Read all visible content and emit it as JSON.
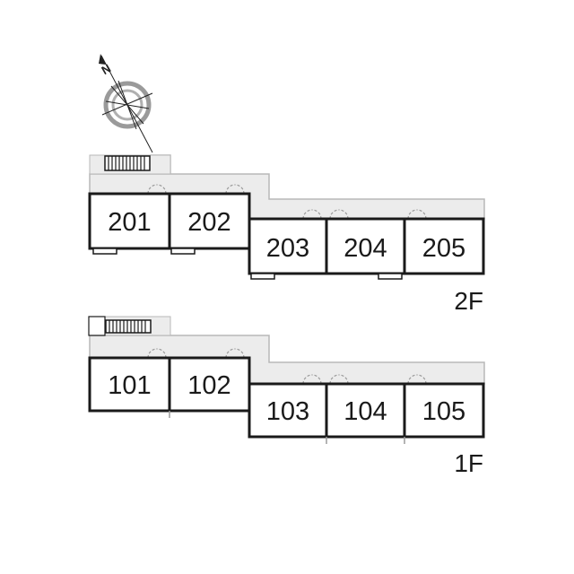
{
  "compass": {
    "label": "N",
    "icon": "compass-rose-icon"
  },
  "floors": [
    {
      "label": "2F",
      "units": [
        "201",
        "202",
        "203",
        "204",
        "205"
      ]
    },
    {
      "label": "1F",
      "units": [
        "101",
        "102",
        "103",
        "104",
        "105"
      ]
    }
  ],
  "colors": {
    "wall": "#1a1a1a",
    "corridor": "#ececec",
    "corridor_edge": "#b8b8b8",
    "door": "#9a9a9a"
  }
}
